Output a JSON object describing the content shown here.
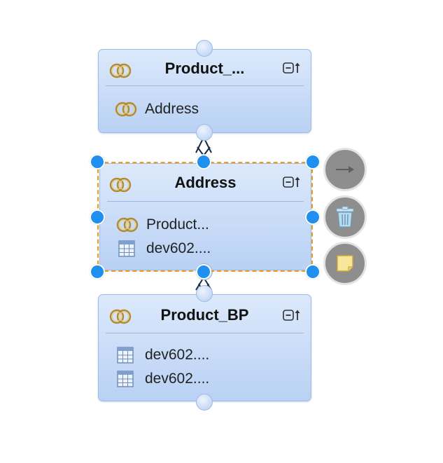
{
  "diagram": {
    "nodes": [
      {
        "title": "Product_...",
        "rows": [
          {
            "icon": "join-icon",
            "label": "Address"
          }
        ]
      },
      {
        "title": "Address",
        "selected": true,
        "rows": [
          {
            "icon": "join-icon",
            "label": "Product..."
          },
          {
            "icon": "table-icon",
            "label": "dev602...."
          }
        ]
      },
      {
        "title": "Product_BP",
        "rows": [
          {
            "icon": "table-icon",
            "label": "dev602...."
          },
          {
            "icon": "table-icon",
            "label": "dev602...."
          }
        ]
      }
    ],
    "actions": [
      {
        "name": "connect-arrow",
        "icon": "arrow-right-icon"
      },
      {
        "name": "delete",
        "icon": "trash-icon"
      },
      {
        "name": "note",
        "icon": "note-icon"
      }
    ],
    "colors": {
      "node_fill": "#c8dcf7",
      "node_border": "#9dbbe6",
      "selection_border": "#f39c12",
      "handle": "#1f8ff0",
      "action_button": "#8e8e8e"
    }
  }
}
